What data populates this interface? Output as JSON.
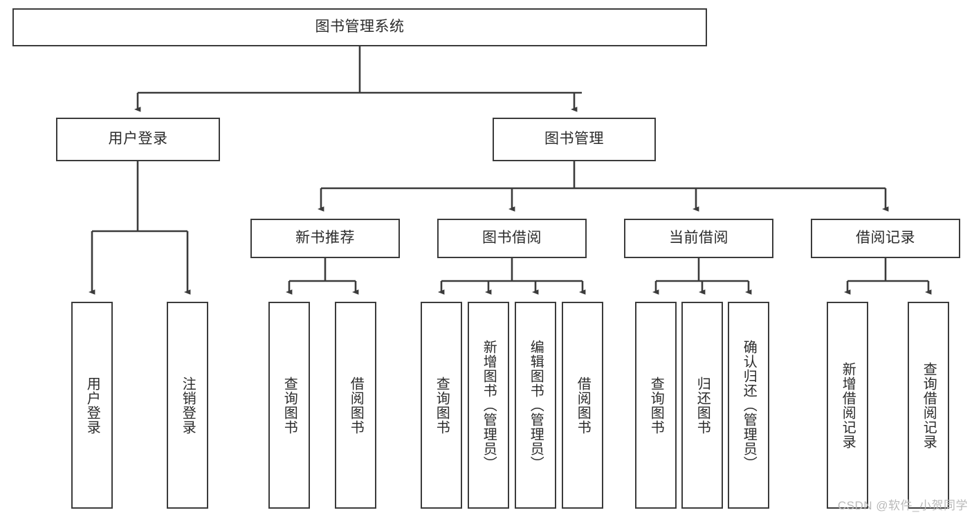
{
  "diagram": {
    "title": "图书管理系统",
    "type": "tree-hierarchy",
    "colors": {
      "box_border": "#3b3b3b",
      "box_fill": "#ffffff",
      "connector": "#3b3b3b",
      "text": "#2b2b2b",
      "watermark": "#b9b9b9",
      "background": "#ffffff"
    },
    "root": {
      "label": "图书管理系统"
    },
    "level2": [
      {
        "label": "用户登录"
      },
      {
        "label": "图书管理"
      }
    ],
    "level3": [
      {
        "label": "新书推荐"
      },
      {
        "label": "图书借阅"
      },
      {
        "label": "当前借阅"
      },
      {
        "label": "借阅记录"
      }
    ],
    "leaves": {
      "user_login": [
        {
          "label": "用户登录"
        },
        {
          "label": "注销登录"
        }
      ],
      "new_book": [
        {
          "label": "查询图书"
        },
        {
          "label": "借阅图书"
        }
      ],
      "book_borrow": [
        {
          "label": "查询图书"
        },
        {
          "label": "新增图书（管理员）"
        },
        {
          "label": "编辑图书（管理员）"
        },
        {
          "label": "借阅图书"
        }
      ],
      "current_borrow": [
        {
          "label": "查询图书"
        },
        {
          "label": "归还图书"
        },
        {
          "label": "确认归还（管理员）"
        }
      ],
      "borrow_record": [
        {
          "label": "新增借阅记录"
        },
        {
          "label": "查询借阅记录"
        }
      ]
    }
  },
  "watermark": {
    "text": "CSDN @软件_小贺同学"
  }
}
